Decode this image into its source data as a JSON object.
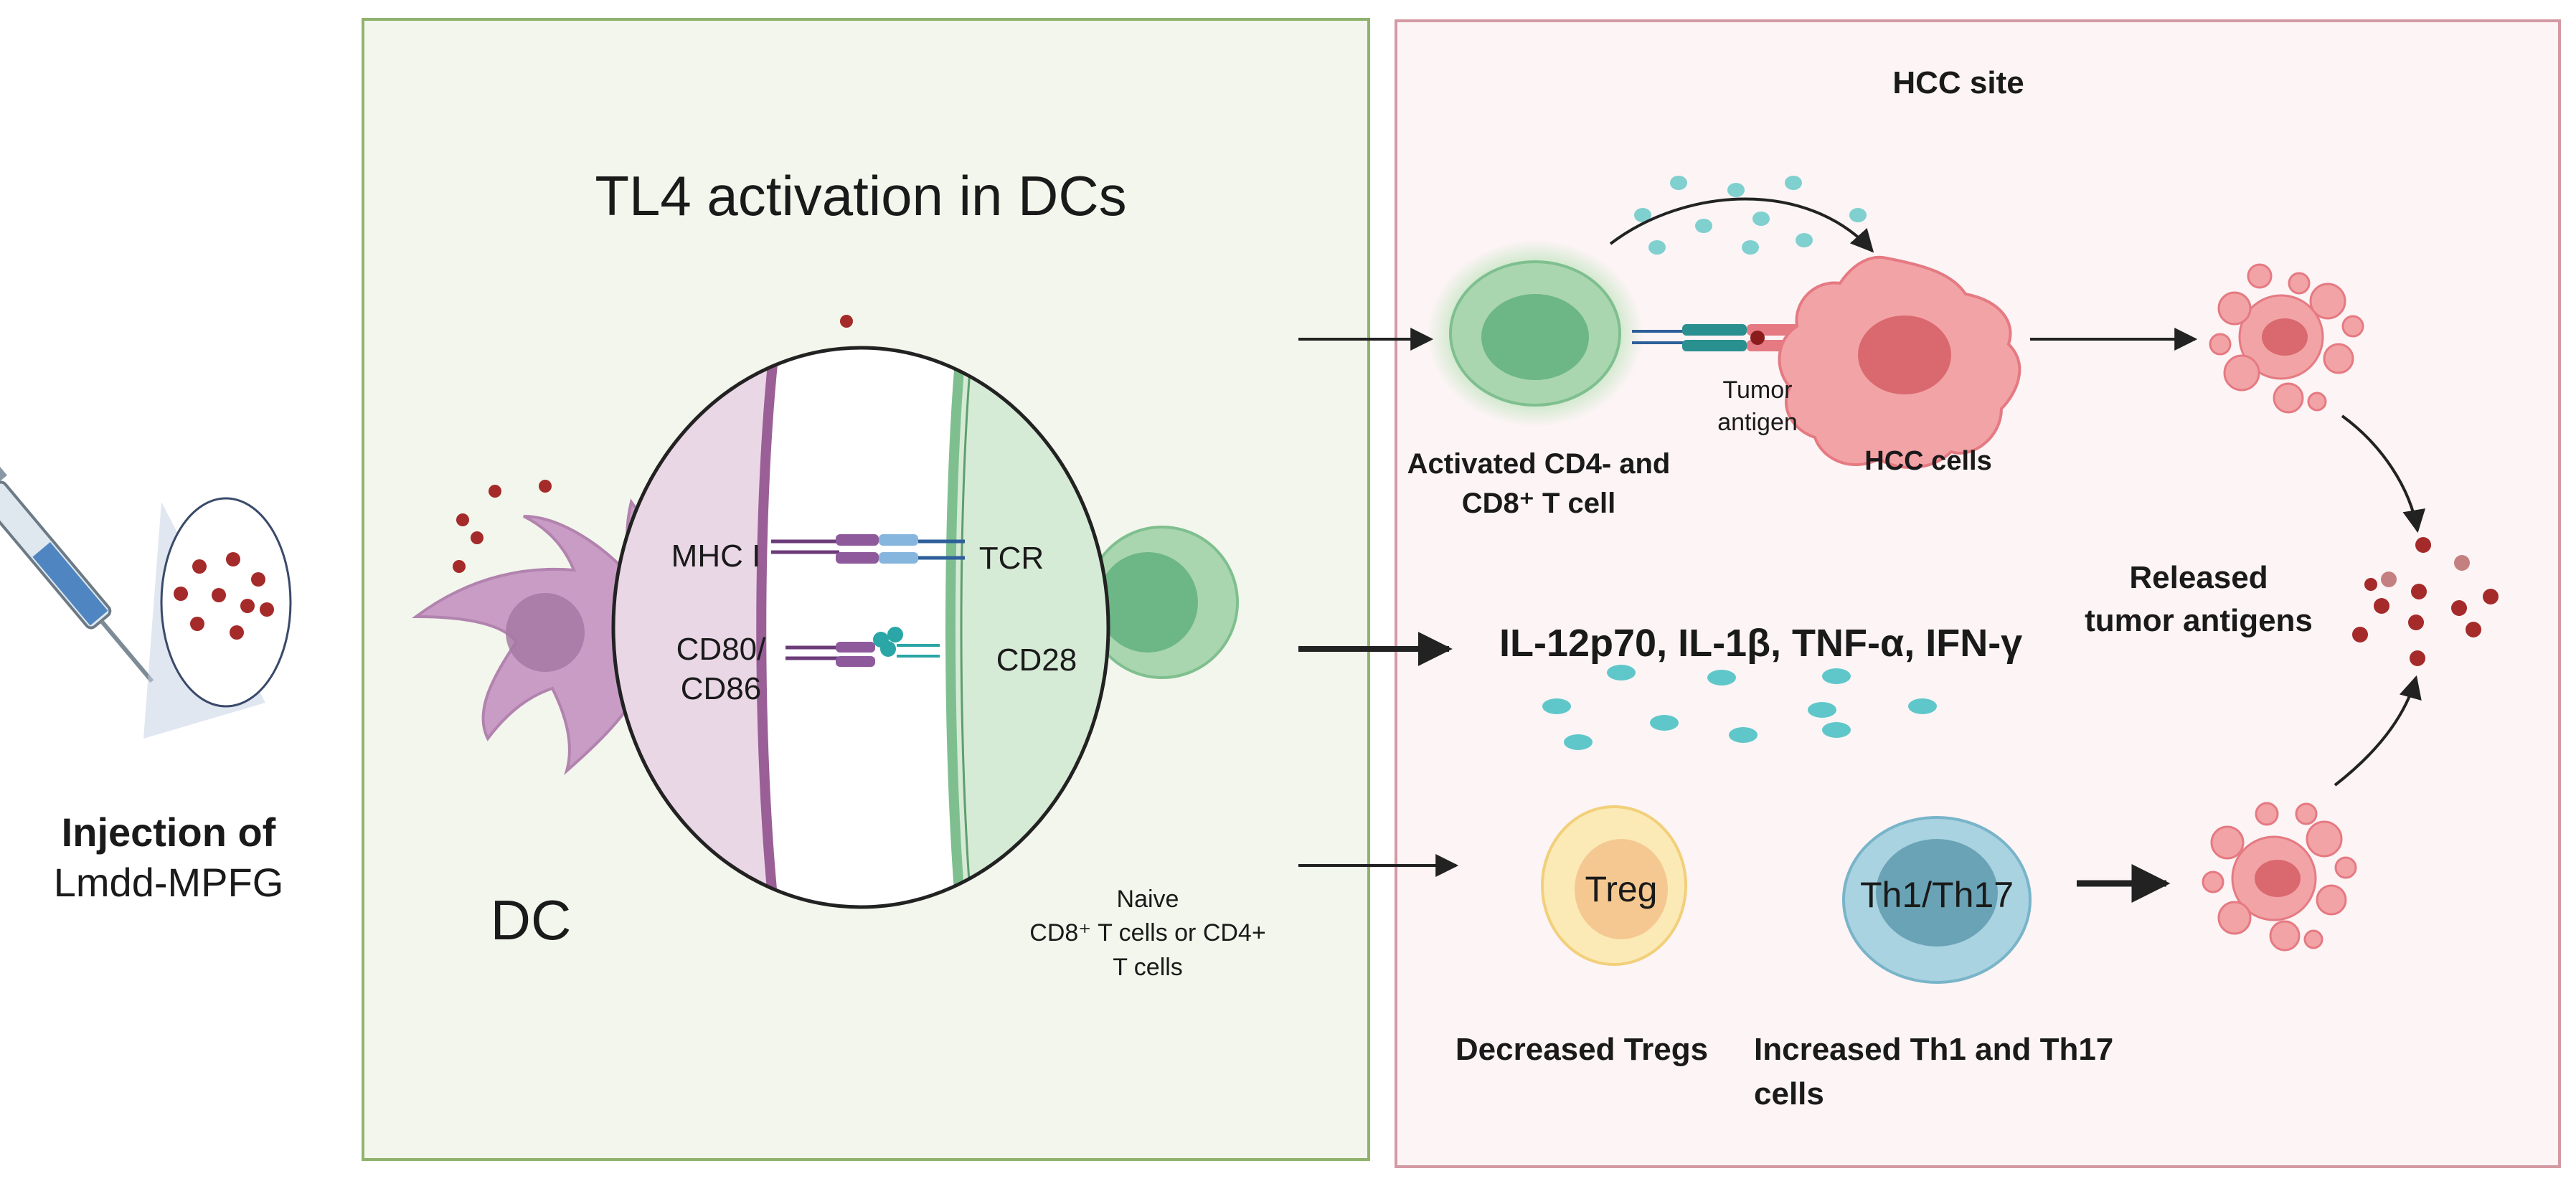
{
  "injection": {
    "line1": "Injection of",
    "line2": "Lmdd-MPFG"
  },
  "activation_panel": {
    "title": "TL4 activation in DCs",
    "dc_label": "DC",
    "mhc_label": "MHC I",
    "cd80_line1": "CD80/",
    "cd80_line2": "CD86",
    "tcr_label": "TCR",
    "cd28_label": "CD28",
    "naive_line1": "Naive",
    "naive_line2": "CD8⁺ T cells or CD4+",
    "naive_line3": "T cells"
  },
  "hcc_panel": {
    "title": "HCC site",
    "activated_line1": "Activated CD4- and",
    "activated_line2": "CD8⁺ T cell",
    "tumor_antigen_line1": "Tumor",
    "tumor_antigen_line2": "antigen",
    "hcc_cells": "HCC cells",
    "released_line1": "Released",
    "released_line2": "tumor antigens",
    "cytokines": "IL-12p70, IL-1β, TNF-α, IFN-γ",
    "treg_label": "Treg",
    "th_label": "Th1/Th17",
    "decreased_tregs": "Decreased Tregs",
    "increased_line1": "Increased Th1 and Th17",
    "increased_line2": "cells"
  },
  "colors": {
    "left_panel_bg": "#f3f6ec",
    "left_panel_border": "#8fb36e",
    "right_panel_bg": "#fcf4f5",
    "right_panel_border": "#d49aa3",
    "hcc_title": "#c0392b",
    "dc_purple": "#c99cc6",
    "tcell_green": "#7fbf8f",
    "tumor_pink": "#ee8a8f",
    "antigen_red": "#a52a2a",
    "cytokine_teal": "#5fc7c9",
    "treg_yellow": "#f6d99a",
    "th_blue": "#79b4c9"
  }
}
